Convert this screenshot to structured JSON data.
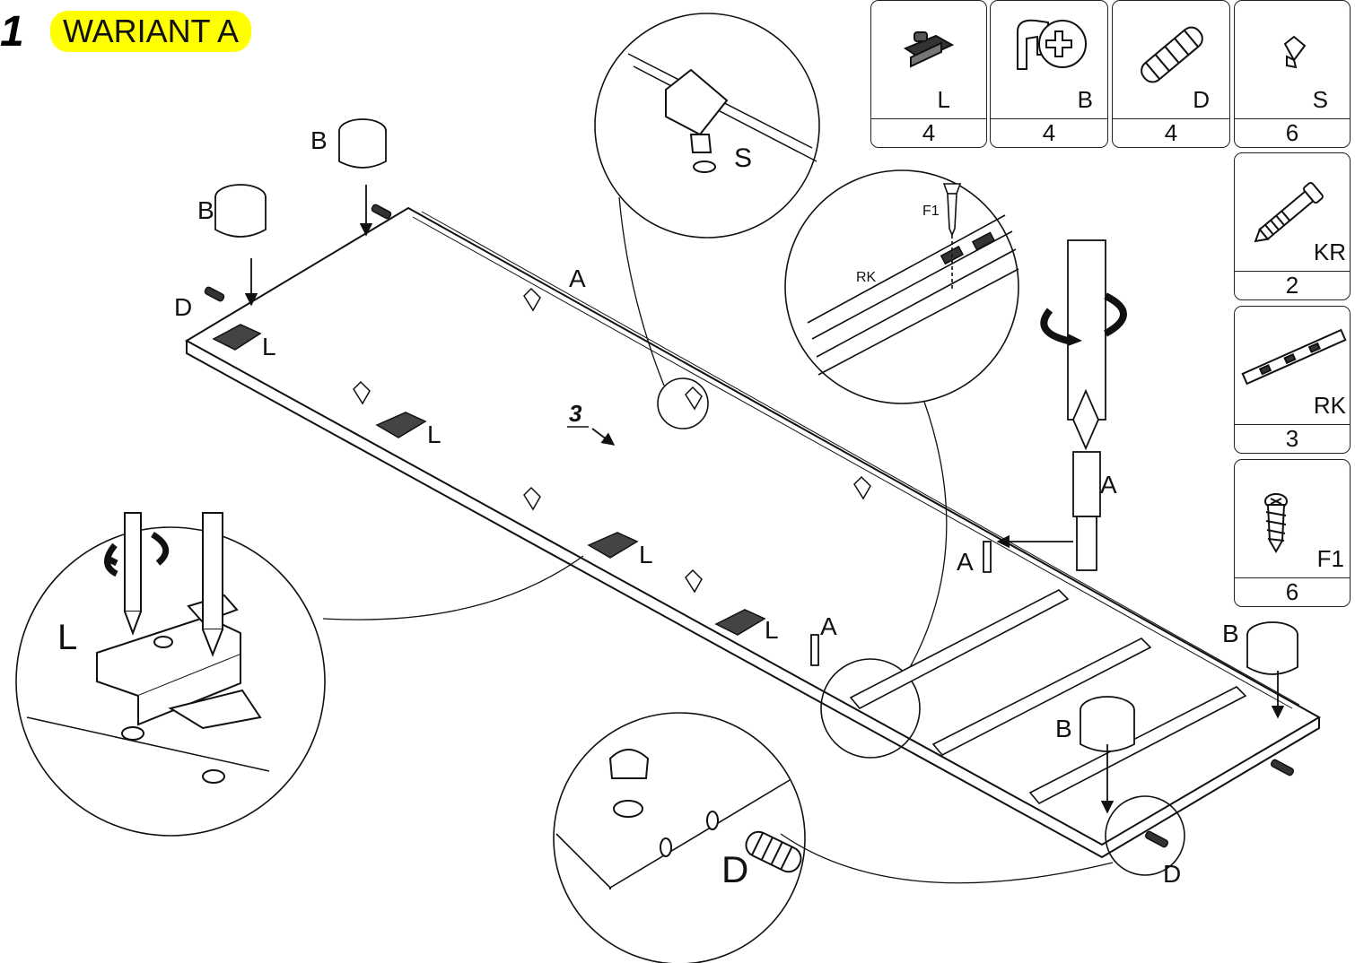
{
  "header": {
    "step_number": "1",
    "variant_label": "WARIANT A",
    "highlight_color": "#ffff00"
  },
  "parts": [
    {
      "letter": "L",
      "qty": "4",
      "icon": "hinge-plate-icon"
    },
    {
      "letter": "B",
      "qty": "4",
      "icon": "cam-lock-icon"
    },
    {
      "letter": "D",
      "qty": "4",
      "icon": "wood-dowel-icon"
    },
    {
      "letter": "S",
      "qty": "6",
      "icon": "shelf-support-icon"
    },
    {
      "letter": "KR",
      "qty": "2",
      "icon": "confirmat-bolt-icon"
    },
    {
      "letter": "RK",
      "qty": "3",
      "icon": "drawer-rail-icon"
    },
    {
      "letter": "F1",
      "qty": "6",
      "icon": "screw-icon"
    }
  ],
  "callouts": {
    "panel_label": "A",
    "panel_ref": "3",
    "hinge": "L",
    "cam": "B",
    "dowel": "D",
    "support": "S",
    "bolt": "A",
    "rail": "RK",
    "screw": "F1"
  }
}
